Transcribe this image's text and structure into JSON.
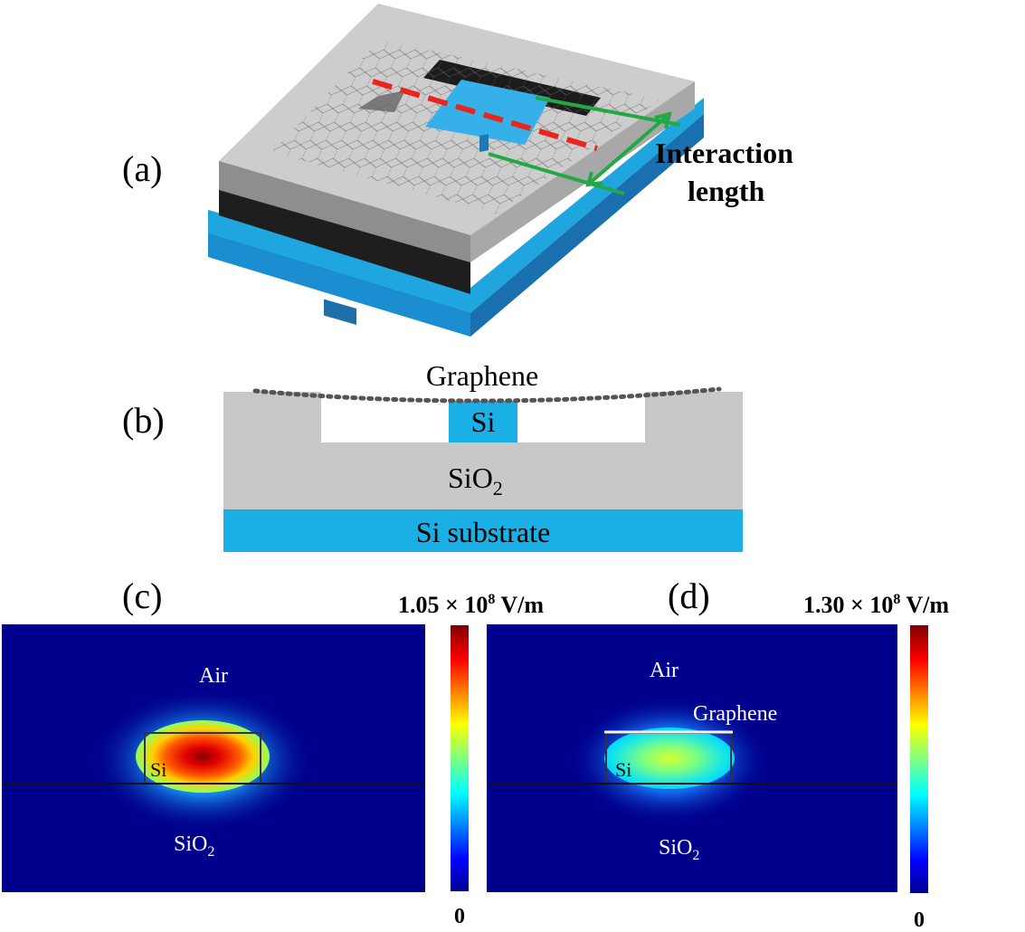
{
  "panels": {
    "a": {
      "label": "(a)",
      "annotation_line1": "Interaction",
      "annotation_line2": "length"
    },
    "b": {
      "label": "(b)",
      "graphene": "Graphene",
      "si": "Si",
      "sio2_main": "SiO",
      "sio2_sub": "2",
      "substrate": "Si substrate"
    },
    "c": {
      "label": "(c)",
      "scale_max_prefix": "1.05 × 10",
      "scale_max_exp": "8",
      "scale_max_unit": " V/m",
      "scale_min": "0",
      "air": "Air",
      "si": "Si",
      "sio2_main": "SiO",
      "sio2_sub": "2"
    },
    "d": {
      "label": "(d)",
      "scale_max_prefix": "1.30 × 10",
      "scale_max_exp": "8",
      "scale_max_unit": " V/m",
      "scale_min": "0",
      "air": "Air",
      "graphene": "Graphene",
      "si": "Si",
      "sio2_main": "SiO",
      "sio2_sub": "2"
    }
  },
  "colors": {
    "oxide_gray": "#c8c8c8",
    "silicon_blue": "#1ab0e6",
    "field_background": "#00008c",
    "graphene_dots": "#555555",
    "interaction_line": "#22a845",
    "cut_line": "#e8261e"
  }
}
